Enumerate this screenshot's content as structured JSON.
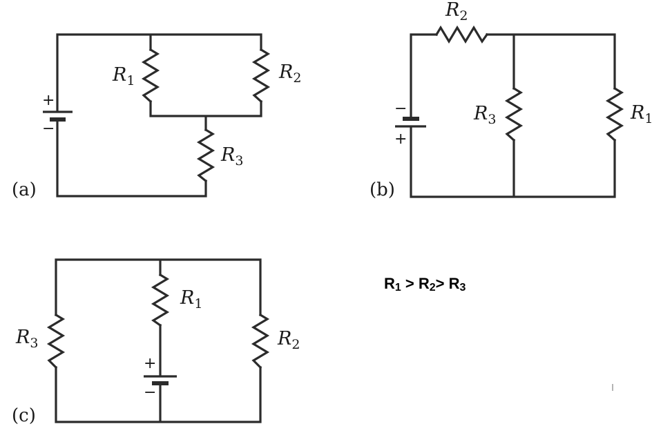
{
  "panels": {
    "a": {
      "label": "(a)",
      "r1": {
        "base": "R",
        "sub": "1"
      },
      "r2": {
        "base": "R",
        "sub": "2"
      },
      "r3": {
        "base": "R",
        "sub": "3"
      },
      "plus": "+",
      "minus": "−"
    },
    "b": {
      "label": "(b)",
      "r1": {
        "base": "R",
        "sub": "1"
      },
      "r2": {
        "base": "R",
        "sub": "2"
      },
      "r3": {
        "base": "R",
        "sub": "3"
      },
      "plus": "+",
      "minus": "−"
    },
    "c": {
      "label": "(c)",
      "r1": {
        "base": "R",
        "sub": "1"
      },
      "r2": {
        "base": "R",
        "sub": "2"
      },
      "r3": {
        "base": "R",
        "sub": "3"
      },
      "plus": "+",
      "minus": "−"
    }
  },
  "condition": {
    "r1": "R",
    "s1": "1",
    "gt1": " > ",
    "r2": "R",
    "s2": "2",
    "gt2": "> ",
    "r3": "R",
    "s3": "3"
  }
}
